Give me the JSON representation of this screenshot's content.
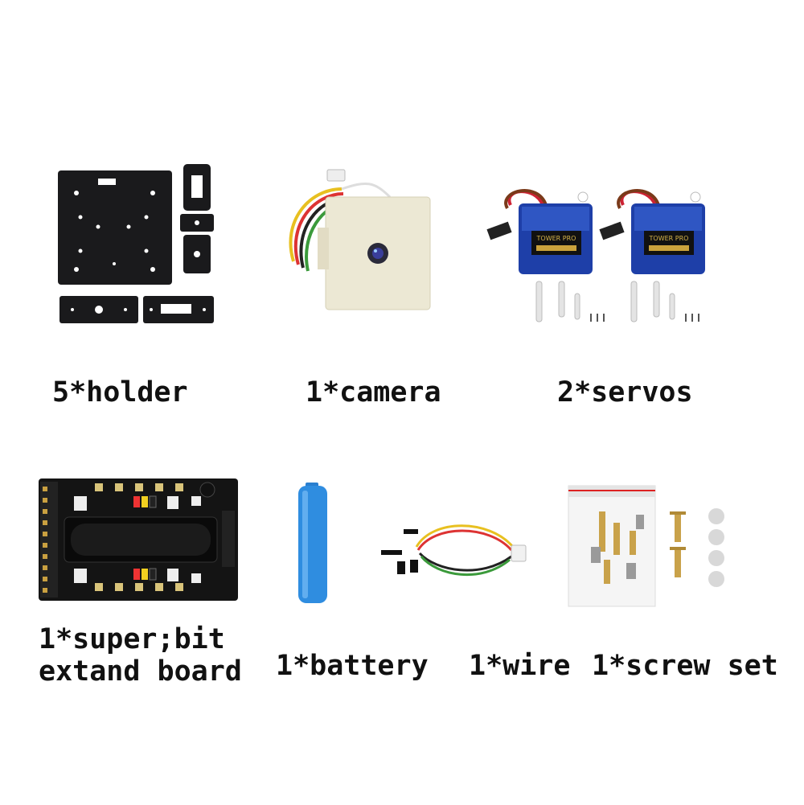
{
  "labels": {
    "holder": "5*holder",
    "camera": "1*camera",
    "servos": "2*servos",
    "board_line1": "1*super;bit",
    "board_line2": "extand board",
    "battery": "1*battery",
    "wire": "1*wire",
    "screw": "1*screw set"
  },
  "servo_brand": "TOWER PRO",
  "colors": {
    "acrylic": "#1a1a1c",
    "camera_body": "#ece8d4",
    "servo_blue": "#1e3fa8",
    "board_black": "#141414",
    "battery_blue": "#2f8de0",
    "brass": "#c9a24a"
  }
}
